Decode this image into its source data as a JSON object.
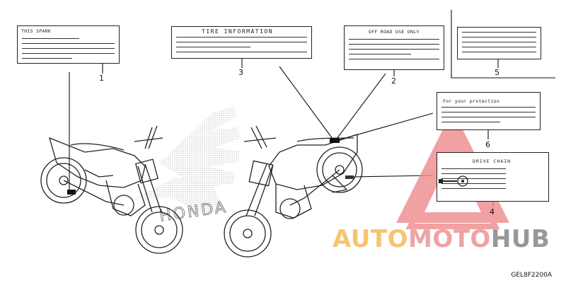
{
  "labels": {
    "spark": {
      "title": "THIS SPARK",
      "callout": "1"
    },
    "tire": {
      "title": "TIRE INFORMATION",
      "callout": "3"
    },
    "offroad": {
      "title": "OFF ROAD USE ONLY",
      "callout": "2"
    },
    "label5": {
      "title": "",
      "callout": "5"
    },
    "protection": {
      "title": "For your protection",
      "callout": "6"
    },
    "chain": {
      "title": "DRIVE CHAIN",
      "callout": "4"
    }
  },
  "part_code": "GEL8F2200A",
  "watermark": {
    "part_a": "AUTO",
    "part_b": "MOTO",
    "part_c": "HUB",
    "colors": {
      "auto": "#f6be63",
      "moto": "#ee9a9a",
      "hub": "#8d8d8d",
      "triangle": "#ee8a8a"
    }
  },
  "logo_text": "HONDA"
}
